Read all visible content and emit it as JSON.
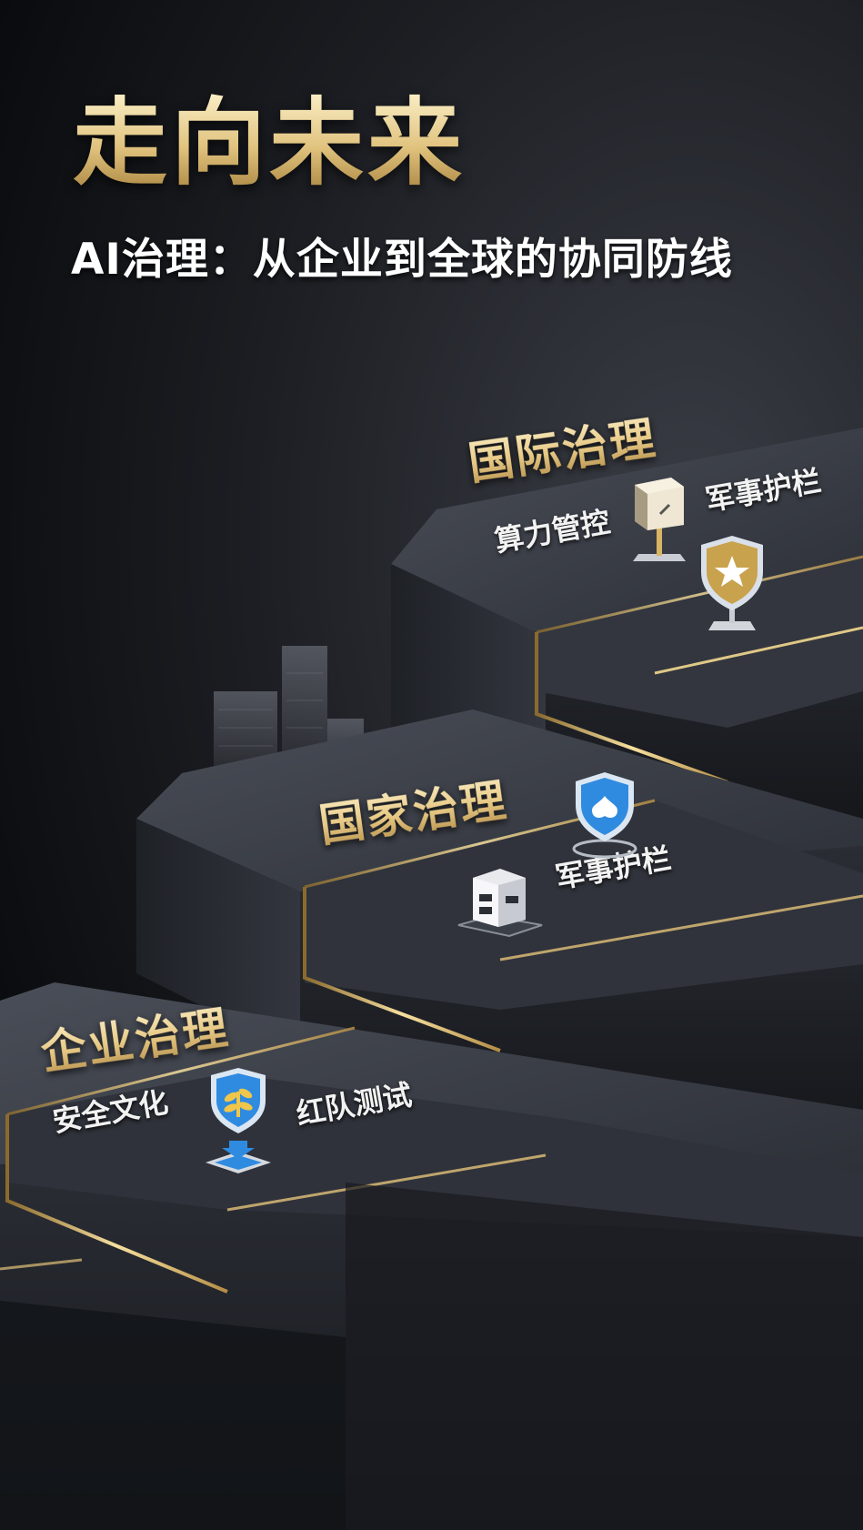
{
  "header": {
    "title": "走向未来",
    "subtitle": "AI治理：从企业到全球的协同防线"
  },
  "tiers": {
    "international": {
      "label": "国际治理",
      "item_left": "算力管控",
      "item_right": "军事护栏"
    },
    "national": {
      "label": "国家治理",
      "item_right": "军事护栏"
    },
    "enterprise": {
      "label": "企业治理",
      "item_left": "安全文化",
      "item_right": "红队测试"
    }
  },
  "icons": {
    "international_left": "server-icon",
    "international_right": "gold-star-shield-icon",
    "national_shield": "blue-shield-icon",
    "national_device": "computer-box-icon",
    "enterprise_center": "wheat-shield-icon"
  },
  "colors": {
    "gold": "#e0c27d",
    "blue": "#2f8be0",
    "step_top": "#3a3e47",
    "step_front": "#1c1f25",
    "background": "#0b0c10"
  }
}
